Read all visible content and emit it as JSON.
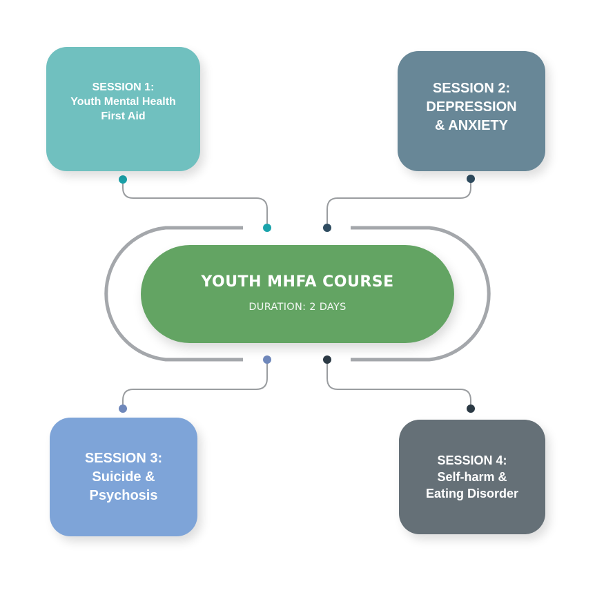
{
  "colors": {
    "session1": "#70c0bf",
    "session2": "#688797",
    "session3": "#7ea4d8",
    "session4": "#657077",
    "center": "#63a463",
    "connector_line": "#9a9da0",
    "track_line": "#a4a7ab",
    "dot1": "#1aa3ab",
    "dot2": "#2f4c60",
    "dot3": "#6f88bb",
    "dot4": "#2b3944"
  },
  "center": {
    "title": "YOUTH MHFA COURSE",
    "subtitle": "DURATION: 2 DAYS"
  },
  "sessions": [
    {
      "lines": [
        "SESSION 1:",
        "Youth Mental Health",
        "First Aid"
      ]
    },
    {
      "lines": [
        "SESSION 2:",
        "DEPRESSION",
        "& ANXIETY"
      ]
    },
    {
      "lines": [
        "SESSION 3:",
        "Suicide &",
        "Psychosis"
      ]
    },
    {
      "lines": [
        "SESSION 4:",
        "Self-harm &",
        "Eating Disorder"
      ]
    }
  ]
}
